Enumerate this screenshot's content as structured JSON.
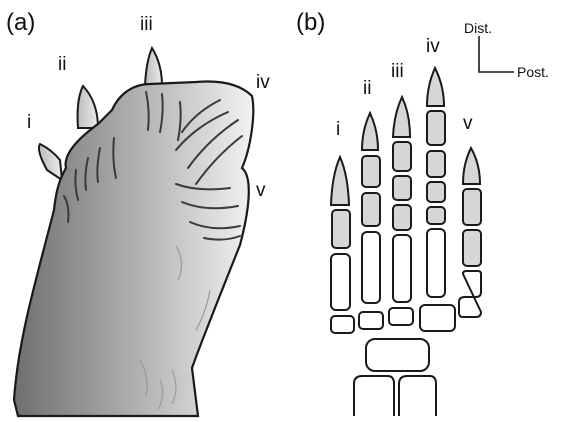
{
  "panels": {
    "a": {
      "label": "(a)"
    },
    "b": {
      "label": "(b)"
    }
  },
  "digits_a": [
    "i",
    "ii",
    "iii",
    "iv",
    "v"
  ],
  "digits_b": [
    "i",
    "ii",
    "iii",
    "iv",
    "v"
  ],
  "axes": {
    "distal": "Dist.",
    "posterior": "Post."
  },
  "colors": {
    "outline": "#1a1a1a",
    "claw_fill": "#d6d6d6",
    "phalanx_fill": "#d6d6d6",
    "bone_fill": "#ffffff",
    "skin_dark": "#7a7a7a",
    "skin_light": "#f4f4f4"
  }
}
